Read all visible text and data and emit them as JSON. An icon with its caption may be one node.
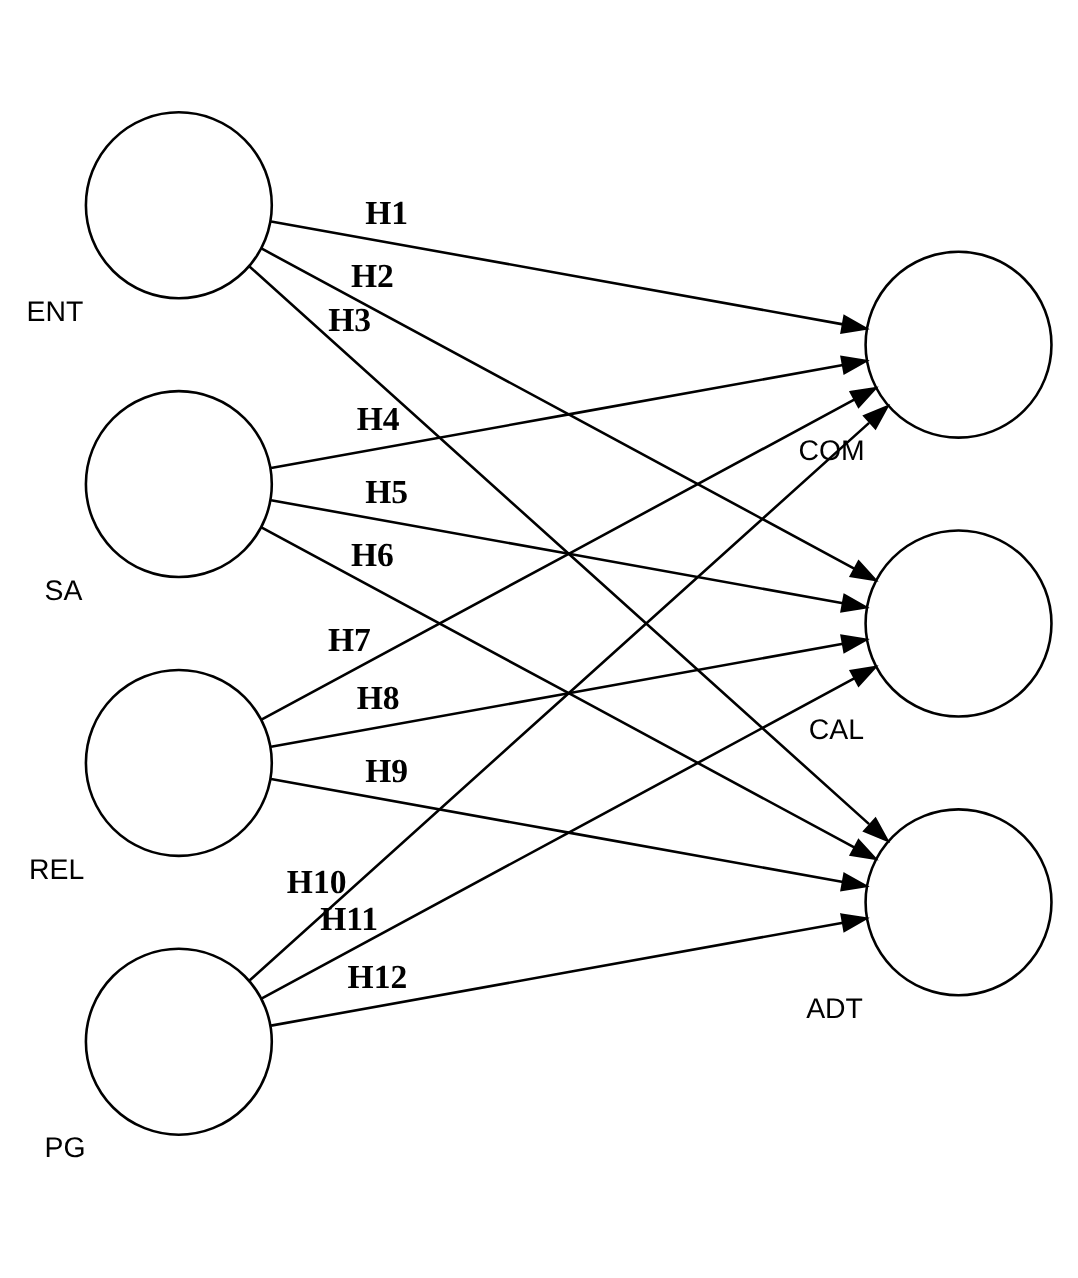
{
  "diagram": {
    "nodes": [
      {
        "text": [
          "ENT"
        ]
      },
      {
        "text": [
          "SA"
        ]
      },
      {
        "text": [
          "REL"
        ]
      },
      {
        "text": [
          "PG"
        ]
      },
      {
        "text": [
          "COM"
        ]
      },
      {
        "text": [
          "CAL"
        ]
      },
      {
        "text": [
          "ADT"
        ]
      }
    ],
    "edges": [
      {
        "from": 0,
        "to": 4,
        "arrow": "to",
        "label": "H1"
      },
      {
        "from": 0,
        "to": 5,
        "arrow": "to",
        "label": "H2"
      },
      {
        "from": 0,
        "to": 6,
        "arrow": "to",
        "label": "H3"
      },
      {
        "from": 1,
        "to": 4,
        "arrow": "to",
        "label": "H4"
      },
      {
        "from": 1,
        "to": 5,
        "arrow": "to",
        "label": "H5"
      },
      {
        "from": 1,
        "to": 6,
        "arrow": "to",
        "label": "H6"
      },
      {
        "from": 2,
        "to": 4,
        "arrow": "to",
        "label": "H7"
      },
      {
        "from": 2,
        "to": 5,
        "arrow": "to",
        "label": "H8"
      },
      {
        "from": 2,
        "to": 6,
        "arrow": "to",
        "label": "H9"
      },
      {
        "from": 3,
        "to": 4,
        "arrow": "to",
        "label": "H10"
      },
      {
        "from": 3,
        "to": 5,
        "arrow": "to",
        "label": "H11"
      },
      {
        "from": 3,
        "to": 6,
        "arrow": "to",
        "label": "H12"
      }
    ]
  }
}
